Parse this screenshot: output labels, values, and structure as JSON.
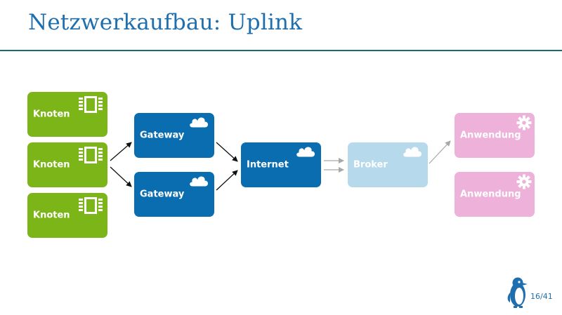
{
  "slide": {
    "title": "Netzwerkaufbau: Uplink",
    "page": "16/41"
  },
  "nodes": {
    "knoten_1": "Knoten",
    "knoten_2": "Knoten",
    "knoten_3": "Knoten",
    "gateway_1": "Gateway",
    "gateway_2": "Gateway",
    "internet": "Internet",
    "broker": "Broker",
    "anwendung_1": "Anwendung",
    "anwendung_2": "Anwendung"
  },
  "icons": {
    "knoten": "chip-icon",
    "gateway": "cloud-icon",
    "internet": "cloud-icon",
    "broker": "cloud-icon",
    "anwendung": "gear-icon",
    "logo": "penguin-icon"
  },
  "colors": {
    "title": "#1f6fae",
    "knoten": "#7cb518",
    "gateway": "#0a6db0",
    "internet": "#0a6db0",
    "broker": "#b6d9ec",
    "anwendung": "#eeb1d9",
    "arrow_dark": "#111111",
    "arrow_light": "#a8a8a8"
  }
}
